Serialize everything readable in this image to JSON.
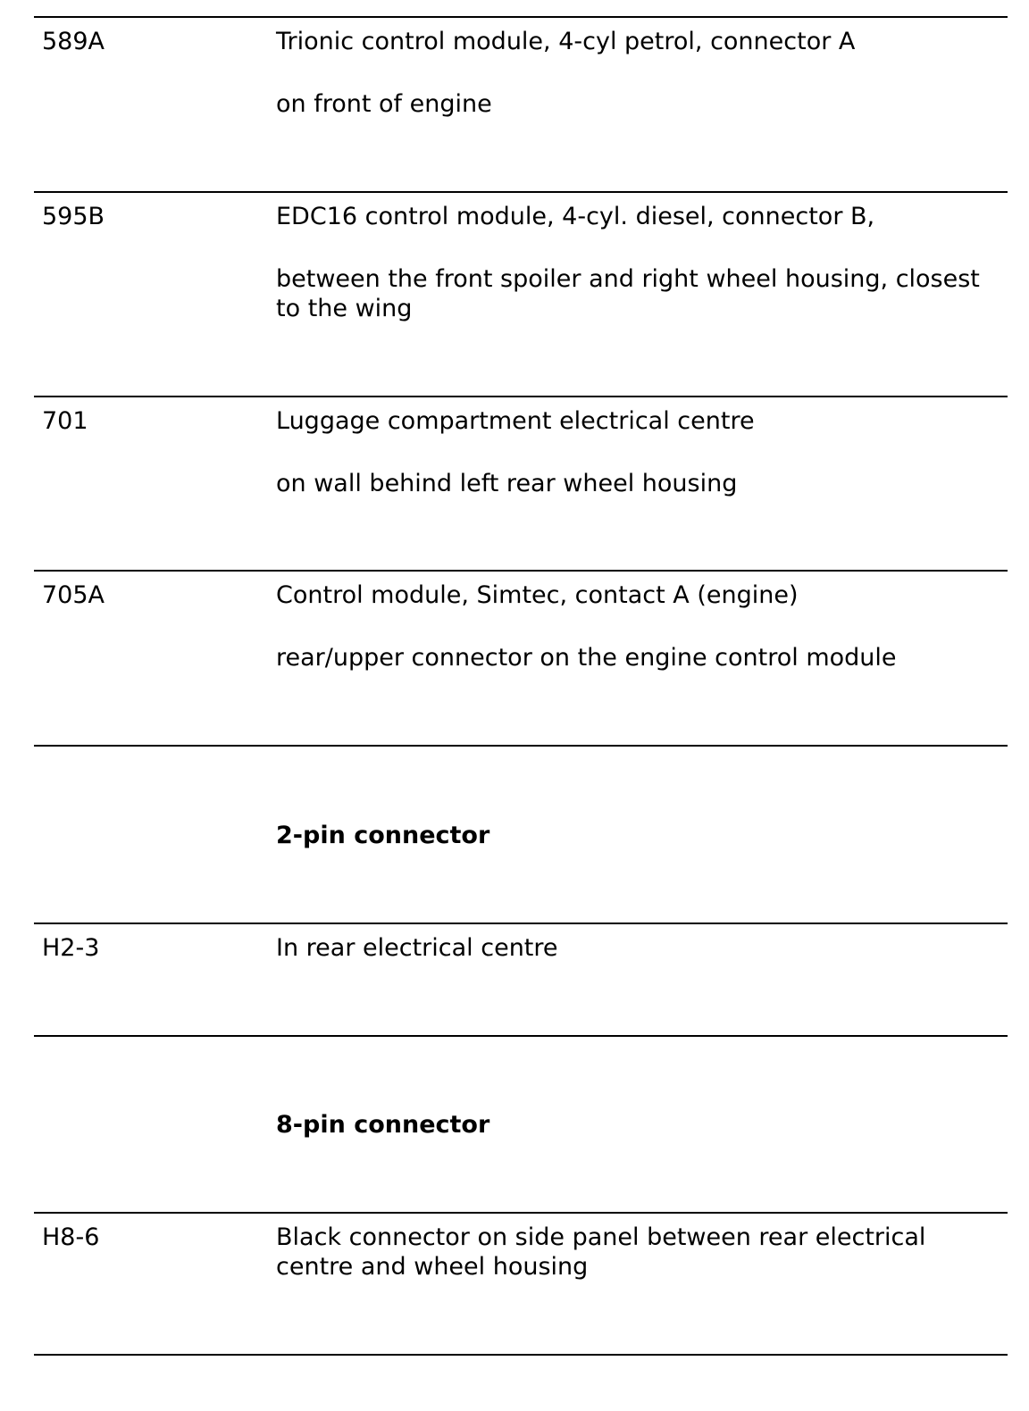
{
  "entries": [
    {
      "code": "589A",
      "title": "Trionic control module, 4-cyl petrol, connector A",
      "location": "on front of engine"
    },
    {
      "code": "595B",
      "title": "EDC16 control module, 4-cyl. diesel, connector B,",
      "location": "between the front spoiler and right wheel housing, closest to the wing"
    },
    {
      "code": "701",
      "title": "Luggage compartment electrical centre",
      "location": "on wall behind left rear wheel housing"
    },
    {
      "code": "705A",
      "title": "Control module, Simtec, contact A (engine)",
      "location": "rear/upper connector on the engine control module"
    }
  ],
  "sections": [
    {
      "heading": "2-pin connector",
      "entries": [
        {
          "code": "H2-3",
          "location": "In rear electrical centre"
        }
      ]
    },
    {
      "heading": "8-pin connector",
      "entries": [
        {
          "code": "H8-6",
          "location": "Black connector on side panel between rear electrical centre and wheel housing"
        }
      ]
    }
  ]
}
